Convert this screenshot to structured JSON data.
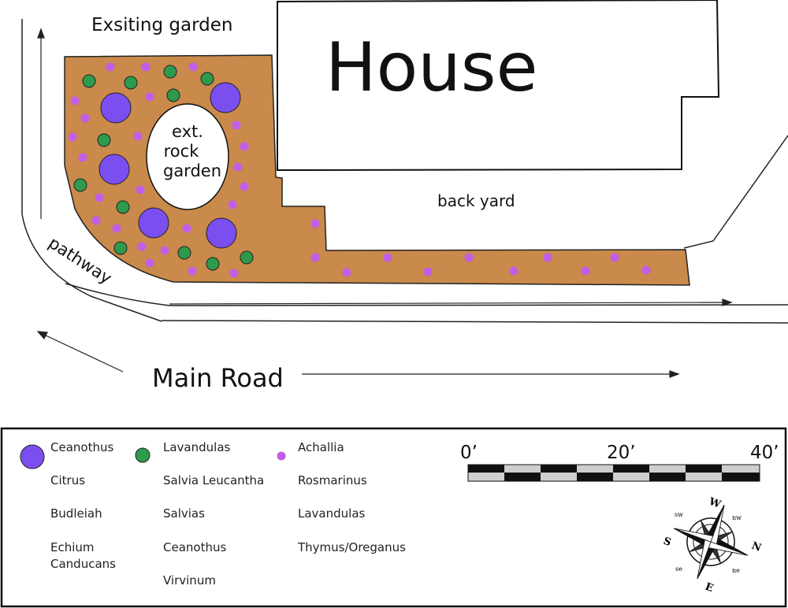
{
  "labels": {
    "existing_garden": "Exsiting garden",
    "house": "House",
    "rock_garden": [
      "ext.",
      "rock",
      "garden"
    ],
    "back_yard": "back yard",
    "pathway": "pathway",
    "main_road": "Main Road"
  },
  "legend": {
    "ceanothus_group": {
      "color": "#7b4ef0",
      "items": [
        "Ceanothus",
        "Citrus",
        "Budleiah",
        "Echium",
        "Canducans"
      ]
    },
    "lavandulas_group": {
      "color": "#2e9a4c",
      "items": [
        "Lavandulas",
        "Salvia Leucantha",
        "Salvias",
        "Ceanothus",
        "Virvinum"
      ]
    },
    "achallia_group": {
      "color": "#c25ee8",
      "items": [
        "Achallia",
        "Rosmarinus",
        "Lavandulas",
        "Thymus/Oreganus"
      ]
    }
  },
  "scale_bar": {
    "ticks": [
      "0’",
      "20’",
      "40’"
    ]
  },
  "compass": {
    "major": [
      "W",
      "N",
      "E",
      "S"
    ],
    "minor": [
      "sw",
      "nw",
      "ne",
      "se"
    ]
  },
  "colors": {
    "bed": "#c98a4b",
    "large_plant": "#7b4ef0",
    "medium_plant": "#2e9a4c",
    "small_plant": "#c25ee8"
  }
}
